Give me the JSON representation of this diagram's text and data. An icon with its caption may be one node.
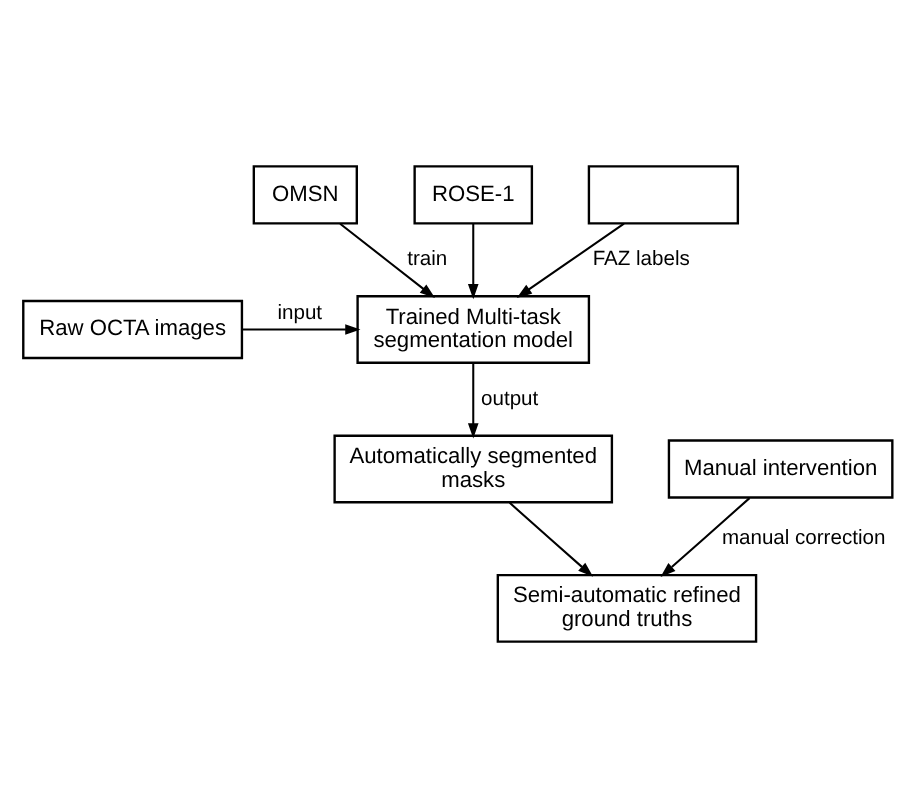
{
  "diagram": {
    "nodes": [
      {
        "text": [
          "OMSN"
        ]
      },
      {
        "text": [
          "ROSE-1"
        ]
      },
      {
        "text": [],
        "shape": "box"
      },
      {
        "text": [
          "Trained Multi-task segmentation model"
        ]
      },
      {
        "text": [
          "Raw OCTA images"
        ]
      },
      {
        "text": [
          "Automatically segmented masks"
        ]
      },
      {
        "text": [
          "Manual intervention"
        ]
      },
      {
        "text": [
          "Semi-automatic refined ground truths"
        ]
      }
    ],
    "edges": [
      {
        "from": 0,
        "to": 3,
        "arrow": "to",
        "label": "train"
      },
      {
        "from": 1,
        "to": 3,
        "arrow": "to"
      },
      {
        "from": 2,
        "to": 3,
        "arrow": "to",
        "label": "FAZ labels"
      },
      {
        "from": 4,
        "to": 3,
        "arrow": "to",
        "label": "input"
      },
      {
        "from": 3,
        "to": 5,
        "arrow": "to",
        "label": "output"
      },
      {
        "from": 5,
        "to": 7,
        "arrow": "to"
      },
      {
        "from": 6,
        "to": 7,
        "arrow": "to",
        "label": "manual correction"
      }
    ]
  }
}
